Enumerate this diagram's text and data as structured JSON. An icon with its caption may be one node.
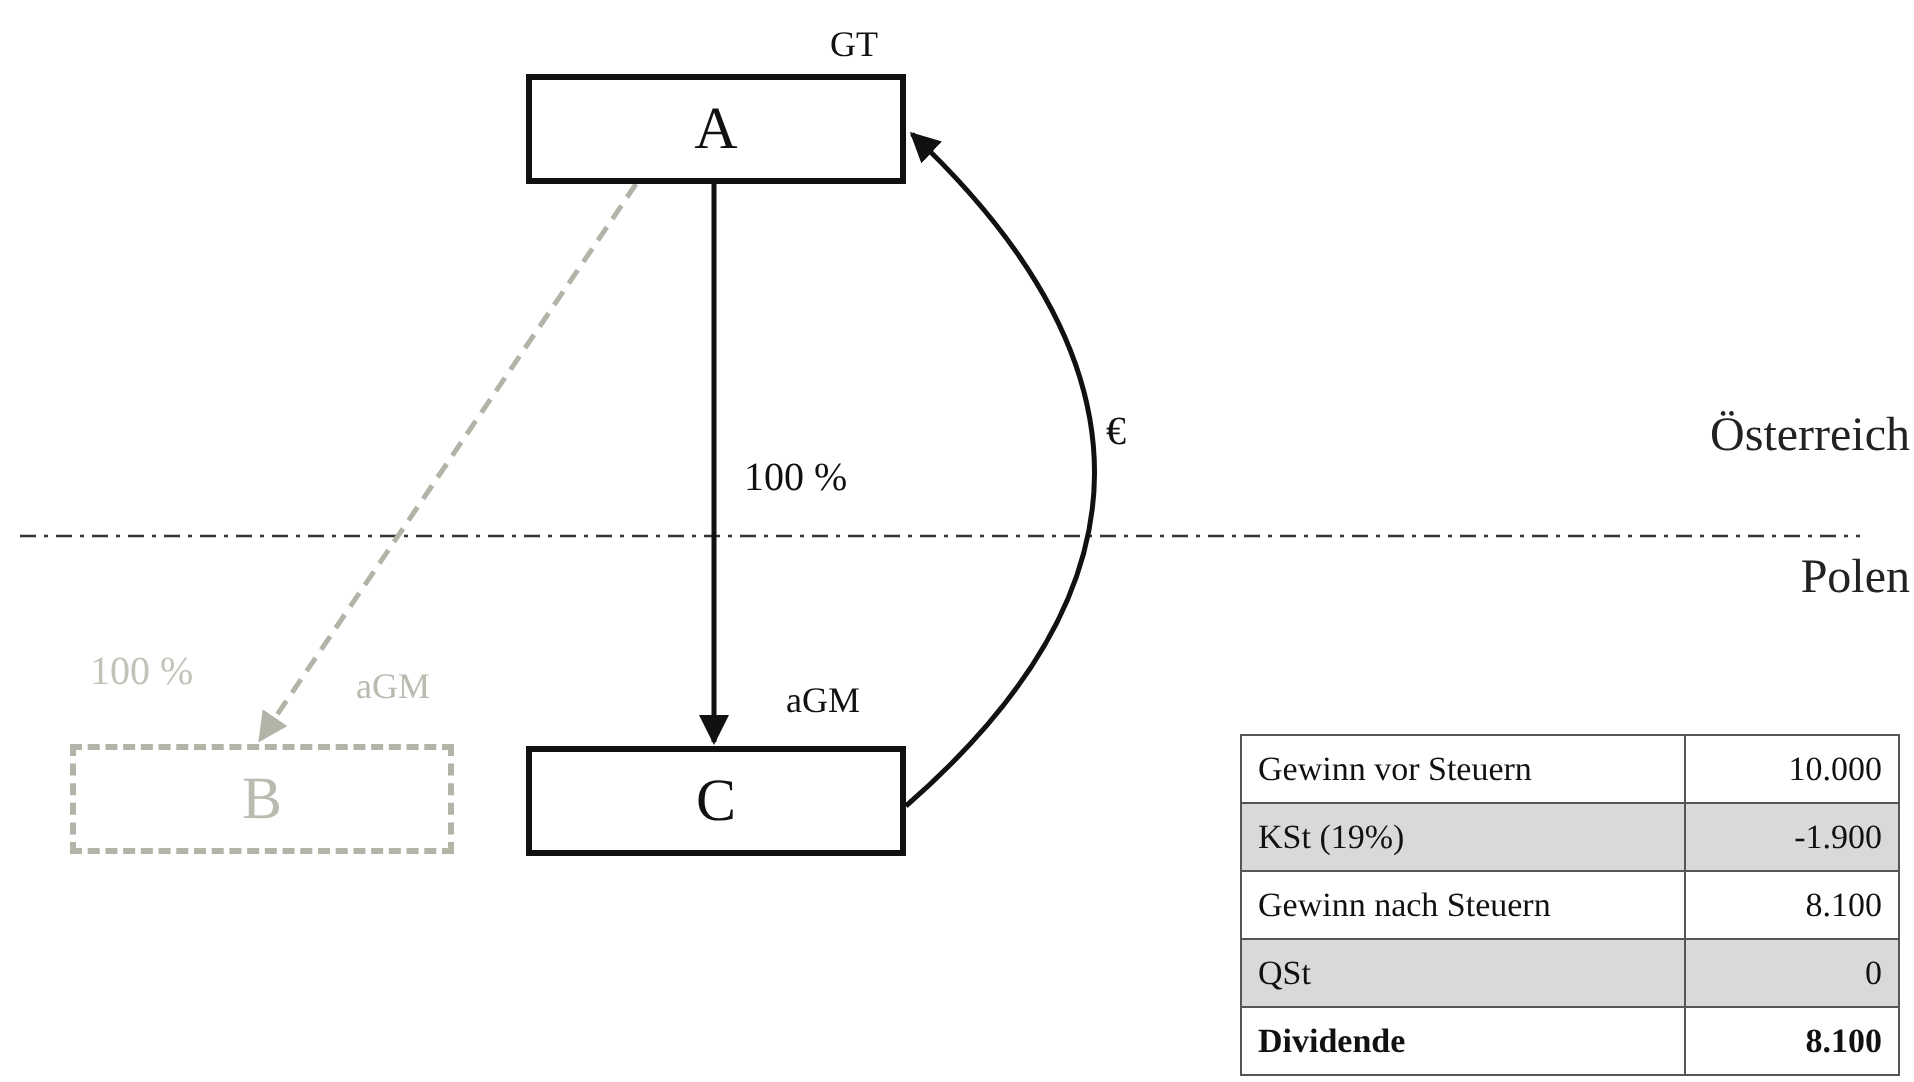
{
  "diagram": {
    "nodes": [
      {
        "text": [
          "A"
        ],
        "beside": [
          "GT"
        ]
      },
      {
        "text": [
          "B"
        ],
        "beside": [
          "aGM"
        ]
      },
      {
        "text": [
          "C"
        ],
        "beside": [
          "aGM"
        ]
      }
    ],
    "edges": [
      {
        "from": 0,
        "to": 2,
        "arrow": "to",
        "label": "100 %"
      },
      {
        "from": 0,
        "to": 1,
        "arrow": "to",
        "label": "100 %",
        "style": "dashed",
        "color": "#b0b5a8"
      },
      {
        "from": 2,
        "to": 0,
        "arrow": "to",
        "label": "€"
      }
    ],
    "labels": [
      "Österreich",
      "Polen",
      "Gewinn vor Steuern",
      "10.000",
      "KSt (19%)",
      "-1.900",
      "Gewinn nach Steuern",
      "8.100",
      "QSt",
      "0",
      "Dividende",
      "8.100"
    ]
  }
}
